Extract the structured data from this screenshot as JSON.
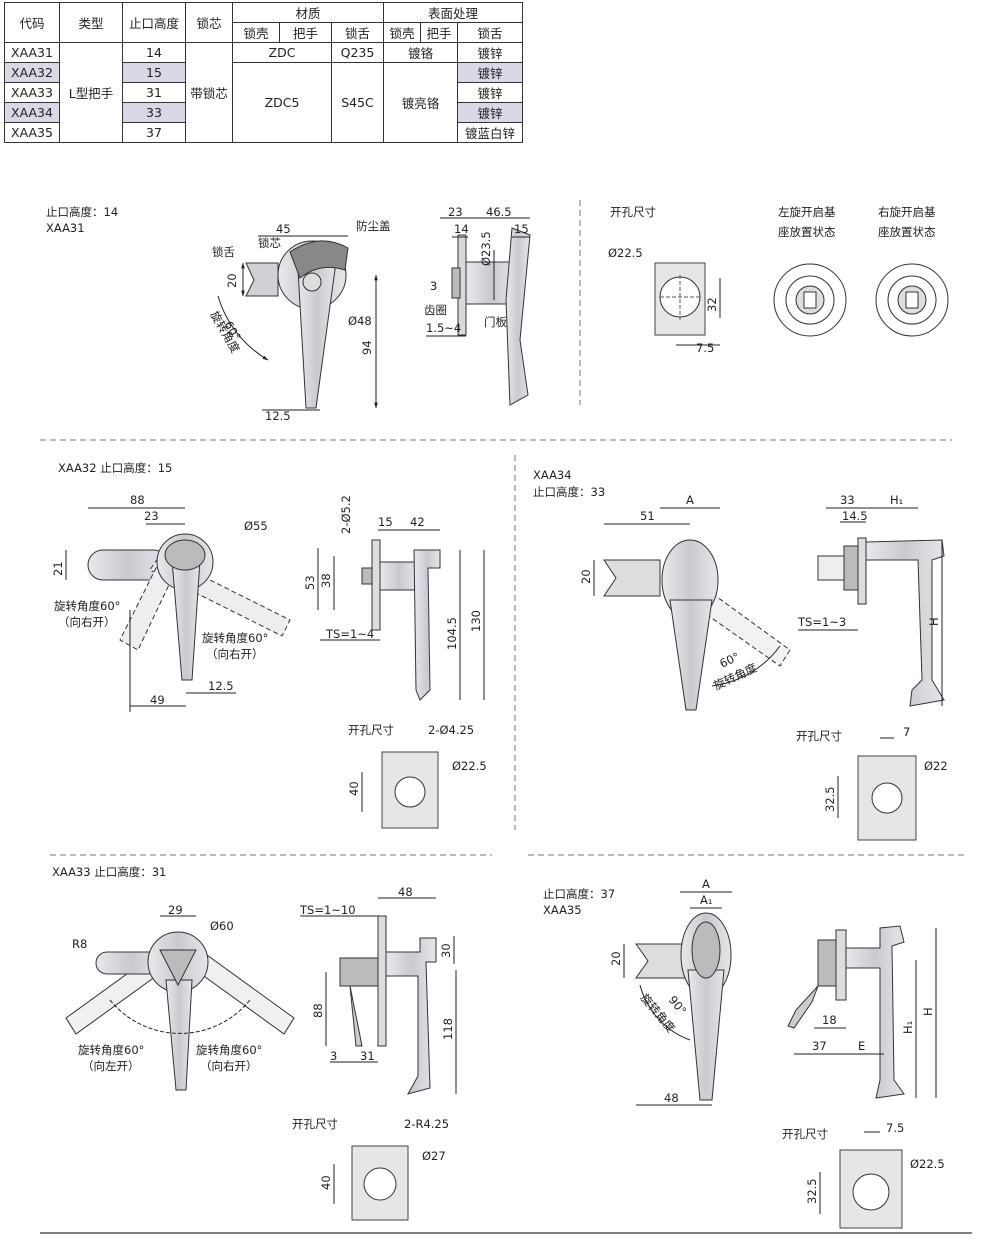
{
  "table": {
    "headers": {
      "code": "代码",
      "type": "类型",
      "stop_height": "止口高度",
      "lock_core": "锁芯",
      "material": "材质",
      "surface": "表面处理",
      "sub": [
        "锁壳",
        "把手",
        "锁舌",
        "锁壳",
        "把手",
        "锁舌"
      ]
    },
    "type_value": "L型把手",
    "lock_value": "带锁芯",
    "rows": [
      {
        "code": "XAA31",
        "height": "14",
        "mat_shell_handle": "ZDC",
        "mat_tongue": "Q235",
        "surf_shell_handle": "镀铬",
        "surf_tongue": "镀锌"
      },
      {
        "code": "XAA32",
        "height": "15",
        "surf_tongue": "镀锌"
      },
      {
        "code": "XAA33",
        "height": "31",
        "surf_tongue": "镀锌"
      },
      {
        "code": "XAA34",
        "height": "33",
        "surf_tongue": "镀锌"
      },
      {
        "code": "XAA35",
        "height": "37",
        "surf_tongue": "镀蓝白锌"
      }
    ],
    "merged_mat_shell_handle": "ZDC5",
    "merged_mat_tongue": "S45C",
    "merged_surf_shell_handle": "镀亮铬"
  },
  "sections": {
    "xaa31": {
      "title_height": "止口高度：14",
      "title_code": "XAA31",
      "labels": {
        "tongue": "锁舌",
        "core": "锁芯",
        "dust_cover": "防尘盖",
        "rot_angle": "旋转角度",
        "gear_ring": "齿圈",
        "door": "门板",
        "cutout": "开孔尺寸",
        "left_state": "左旋开启基\n座放置状态",
        "right_state": "右旋开启基\n座放置状态"
      },
      "left_state_l1": "左旋开启基",
      "left_state_l2": "座放置状态",
      "right_state_l1": "右旋开启基",
      "right_state_l2": "座放置状态",
      "dims": {
        "d45": "45",
        "d20": "20",
        "d60": "60°",
        "d48": "Ø48",
        "d94": "94",
        "d125": "12.5",
        "d23": "23",
        "d465": "46.5",
        "d14": "14",
        "d235": "Ø23.5",
        "d15": "15",
        "d3": "3",
        "d154": "1.5~4",
        "d225": "Ø22.5",
        "d32": "32",
        "d75": "7.5"
      }
    },
    "xaa32": {
      "title": "XAA32  止口高度：15",
      "rot_left": "旋转角度60°",
      "rot_left2": "（向右开）",
      "rot_right": "旋转角度60°",
      "rot_right2": "（向右开）",
      "cutout": "开孔尺寸",
      "dims": {
        "d88": "88",
        "d23": "23",
        "d55": "Ø55",
        "d21": "21",
        "d49": "49",
        "d125": "12.5",
        "d252": "2-Ø5.2",
        "d15": "15",
        "d42": "42",
        "d53": "53",
        "d38": "38",
        "ts": "TS=1~4",
        "d1045": "104.5",
        "d130": "130",
        "d2425": "2-Ø4.25",
        "d225": "Ø22.5",
        "d40": "40"
      }
    },
    "xaa34": {
      "title_code": "XAA34",
      "title_height": "止口高度：33",
      "rot": "旋转角度",
      "cutout": "开孔尺寸",
      "dims": {
        "d51": "51",
        "dA": "A",
        "d20": "20",
        "d60": "60°",
        "d33": "33",
        "dH1": "H₁",
        "d145": "14.5",
        "ts": "TS=1~3",
        "dH": "H",
        "d7": "7",
        "d22": "Ø22",
        "d325": "32.5"
      }
    },
    "xaa33": {
      "title": "XAA33  止口高度：31",
      "rot_left": "旋转角度60°",
      "rot_left2": "（向左开）",
      "rot_right": "旋转角度60°",
      "rot_right2": "（向右开）",
      "cutout": "开孔尺寸",
      "dims": {
        "d29": "29",
        "d60": "Ø60",
        "dR8": "R8",
        "d48": "48",
        "ts": "TS=1~10",
        "d30": "30",
        "d88": "88",
        "d118": "118",
        "d3": "3",
        "d31": "31",
        "dR425": "2-R4.25",
        "d27": "Ø27",
        "d40": "40"
      }
    },
    "xaa35": {
      "title_height": "止口高度：37",
      "title_code": "XAA35",
      "rot": "旋转角度",
      "cutout": "开孔尺寸",
      "dims": {
        "dA": "A",
        "dA1": "A₁",
        "d20": "20",
        "d90": "90°",
        "d48": "48",
        "d18": "18",
        "d37": "37",
        "dE": "E",
        "dH": "H",
        "dH1": "H₁",
        "d75": "7.5",
        "d225": "Ø22.5",
        "d325": "32.5"
      }
    }
  }
}
